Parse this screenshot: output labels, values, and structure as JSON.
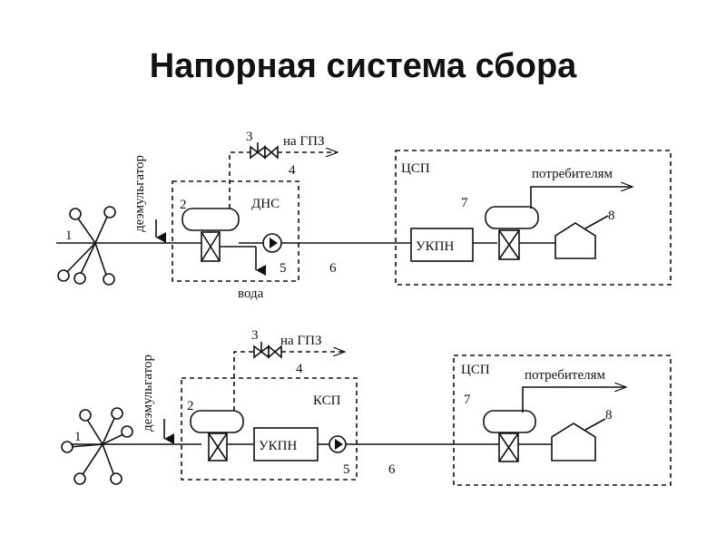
{
  "title": "Напорная система сбора",
  "labels": {
    "demulsifier": "деэмульгатор",
    "to_gpz": "на ГПЗ",
    "dns": "ДНС",
    "ksp": "КСП",
    "csp": "ЦСП",
    "consumers": "потребителям",
    "ukpn": "УКПН",
    "water": "вода"
  },
  "numbers": {
    "n1": "1",
    "n2": "2",
    "n3": "3",
    "n4": "4",
    "n5": "5",
    "n6": "6",
    "n7": "7",
    "n8": "8"
  },
  "colors": {
    "ink": "#111111",
    "background": "#ffffff"
  }
}
